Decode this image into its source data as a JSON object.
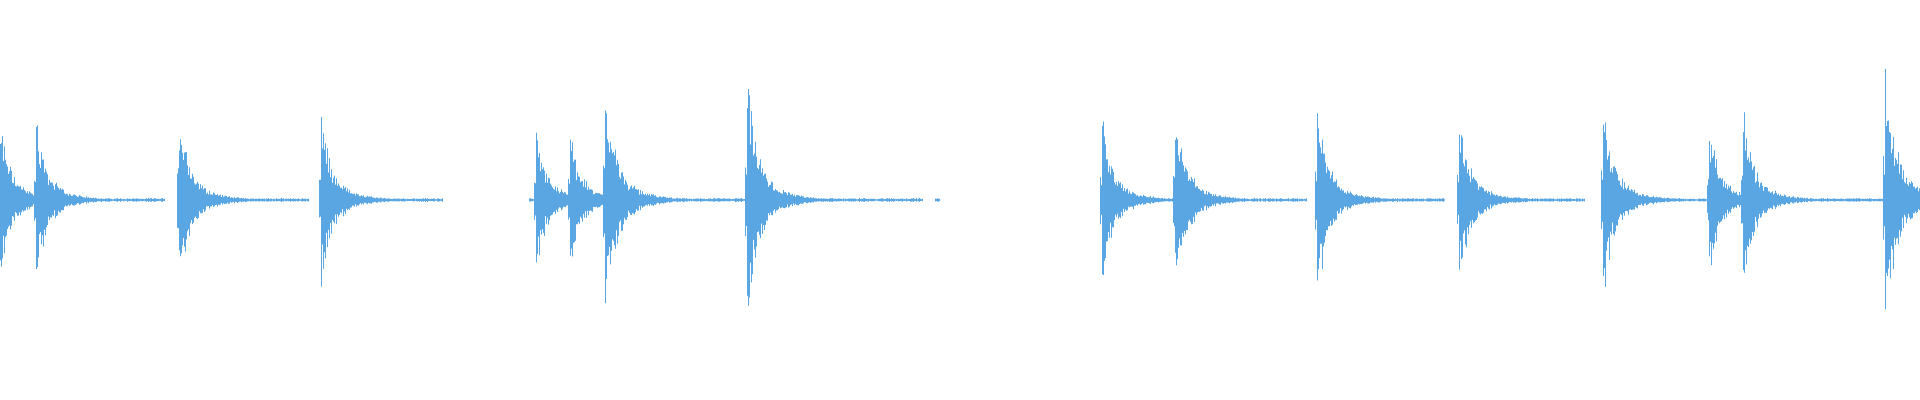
{
  "waveform": {
    "color": "#5aa6e2",
    "background": "#ffffff",
    "hits": [
      {
        "t": 0.0,
        "amp": 0.4
      },
      {
        "t": 0.019,
        "amp": 0.42
      },
      {
        "t": 0.093,
        "amp": 0.47
      },
      {
        "t": 0.167,
        "amp": 0.45
      },
      {
        "t": 0.279,
        "amp": 0.36
      },
      {
        "t": 0.297,
        "amp": 0.34
      },
      {
        "t": 0.315,
        "amp": 0.62
      },
      {
        "t": 0.389,
        "amp": 0.62
      },
      {
        "t": 0.574,
        "amp": 0.42
      },
      {
        "t": 0.612,
        "amp": 0.49
      },
      {
        "t": 0.686,
        "amp": 0.5
      },
      {
        "t": 0.76,
        "amp": 0.44
      },
      {
        "t": 0.835,
        "amp": 0.5
      },
      {
        "t": 0.89,
        "amp": 0.38
      },
      {
        "t": 0.908,
        "amp": 0.45
      },
      {
        "t": 0.982,
        "amp": 0.7
      }
    ],
    "noise_segments": [
      {
        "start": 0.0,
        "end": 0.085
      },
      {
        "start": 0.093,
        "end": 0.16
      },
      {
        "start": 0.167,
        "end": 0.23
      },
      {
        "start": 0.276,
        "end": 0.48
      },
      {
        "start": 0.487,
        "end": 0.489
      },
      {
        "start": 0.574,
        "end": 0.68
      },
      {
        "start": 0.686,
        "end": 0.752
      },
      {
        "start": 0.76,
        "end": 0.825
      },
      {
        "start": 0.835,
        "end": 1.0
      }
    ]
  }
}
